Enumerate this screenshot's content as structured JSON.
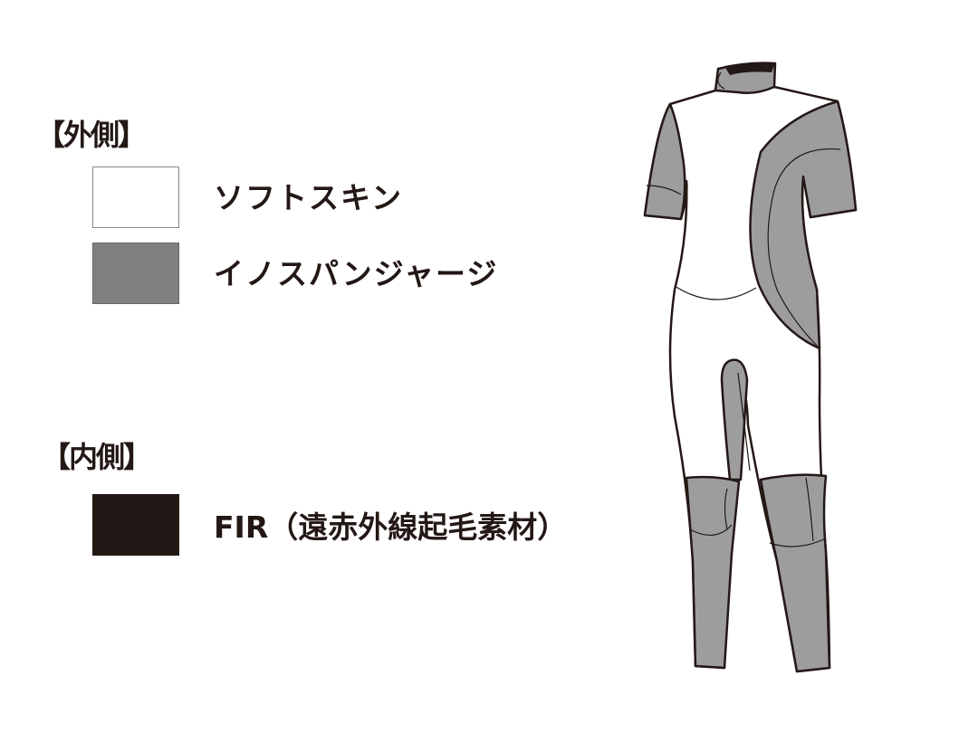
{
  "legend": {
    "outer": {
      "heading": "【外側】",
      "items": [
        {
          "label": "ソフトスキン",
          "color": "#ffffff"
        },
        {
          "label": "イノスパンジャージ",
          "color": "#808080"
        }
      ]
    },
    "inner": {
      "heading": "【内側】",
      "items": [
        {
          "label": "FIR（遠赤外線起毛素材）",
          "color": "#231815"
        }
      ]
    }
  },
  "illustration": {
    "subject": "wetsuit-diagram",
    "colors": {
      "panel_gray": "#9d9d9e",
      "outline": "#231815",
      "collar_inner": "#231815",
      "body_white": "#ffffff"
    }
  }
}
